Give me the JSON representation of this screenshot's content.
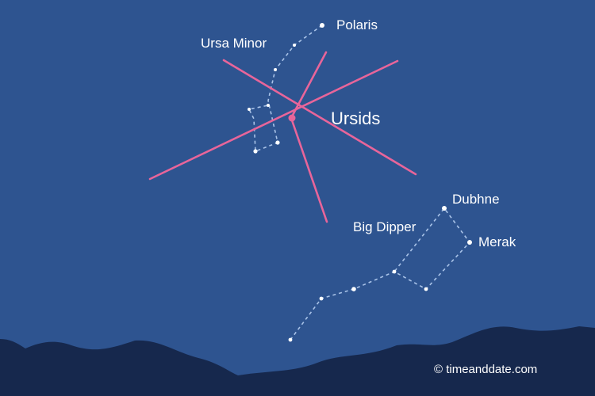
{
  "colors": {
    "sky": "#2e5490",
    "mountains": "#16284d",
    "radiant_lines": "#e8659a",
    "stars": "#ffffff",
    "constellation_lines": "#a9c3e8"
  },
  "labels": {
    "polaris": "Polaris",
    "ursa_minor": "Ursa Minor",
    "ursids": "Ursids",
    "dubhne": "Dubhne",
    "big_dipper": "Big Dipper",
    "merak": "Merak"
  },
  "credit": "© timeanddate.com"
}
